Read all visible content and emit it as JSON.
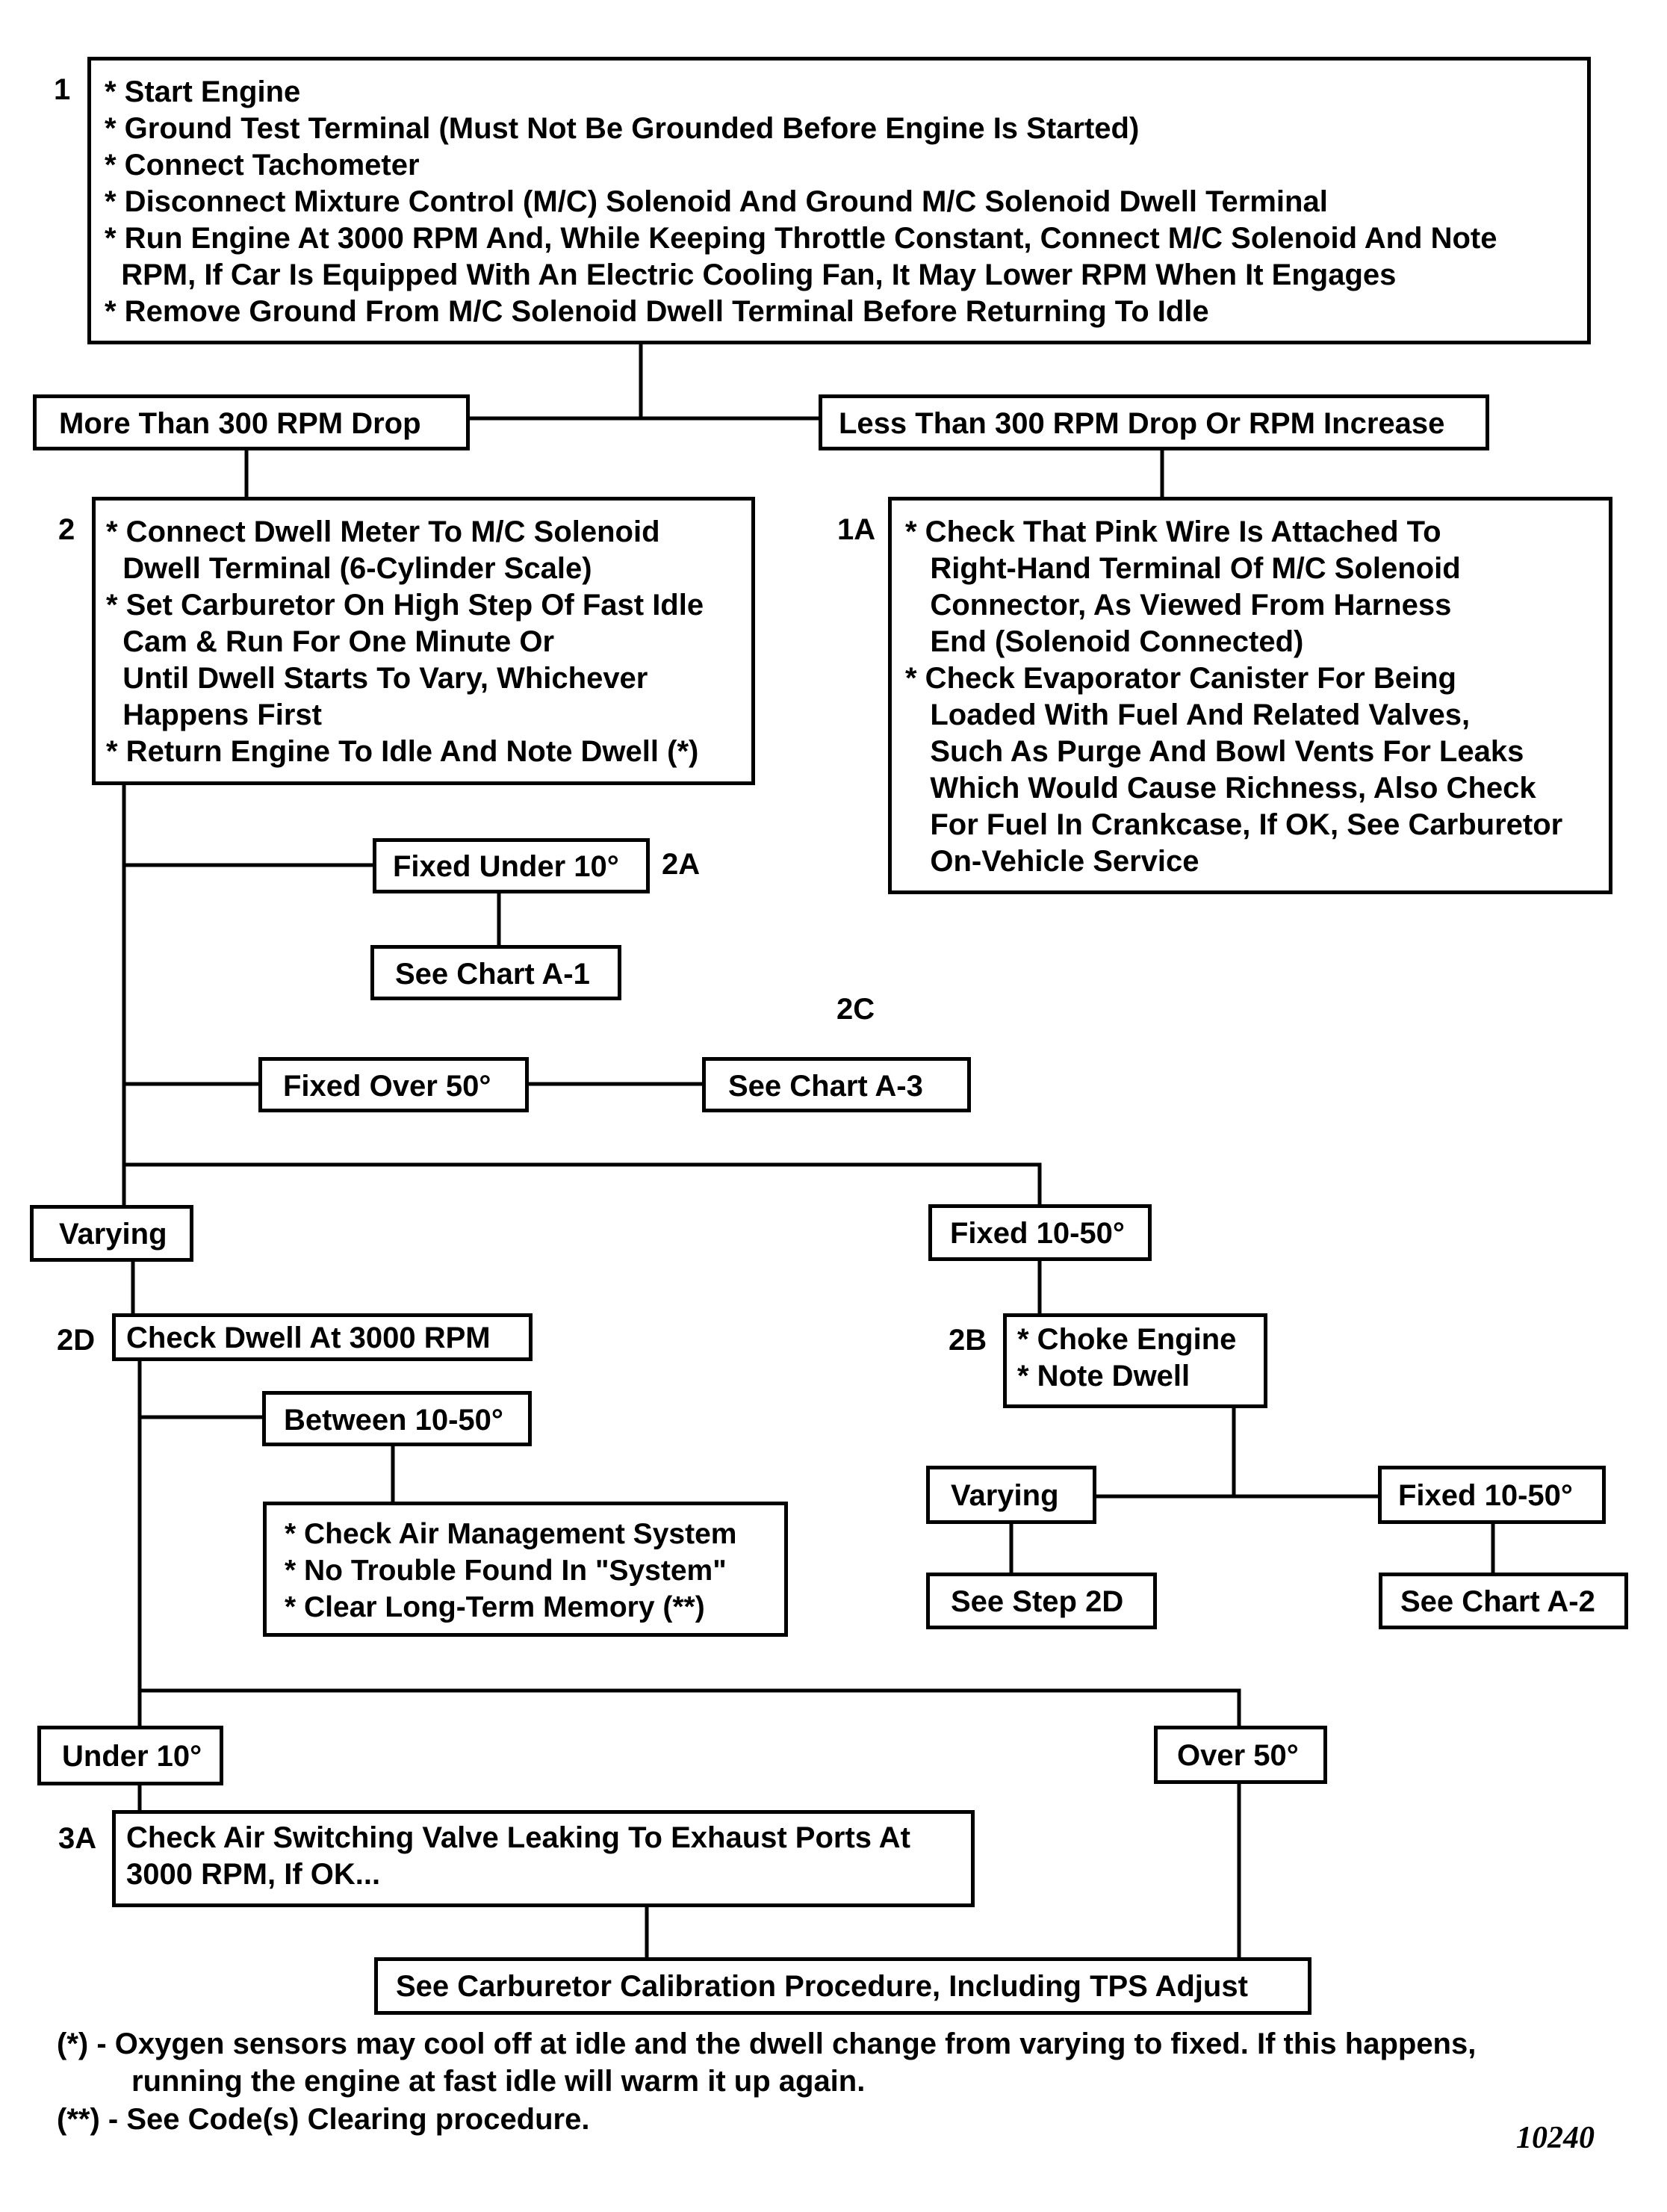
{
  "steps": {
    "s1": {
      "num": "1",
      "text": "* Start Engine\n* Ground Test Terminal (Must Not Be Grounded Before Engine Is Started)\n* Connect Tachometer\n* Disconnect Mixture Control (M/C) Solenoid And Ground M/C Solenoid Dwell Terminal\n* Run Engine At 3000 RPM And, While Keeping Throttle Constant, Connect M/C Solenoid And Note\n  RPM, If Car Is Equipped With An Electric Cooling Fan, It May Lower RPM When It Engages\n* Remove Ground From M/C Solenoid Dwell Terminal Before Returning To Idle"
    },
    "more_than_300": {
      "text": "More Than 300 RPM Drop"
    },
    "less_than_300": {
      "text": "Less Than 300 RPM Drop Or RPM Increase"
    },
    "s2": {
      "num": "2",
      "text": "* Connect Dwell Meter To M/C Solenoid\n  Dwell Terminal (6-Cylinder Scale)\n* Set Carburetor On High Step Of Fast Idle\n  Cam & Run For One Minute Or\n  Until Dwell Starts To Vary, Whichever\n  Happens First\n* Return Engine To Idle And Note Dwell (*)"
    },
    "s1a": {
      "num": "1A",
      "text": "* Check That Pink Wire Is Attached To\n   Right-Hand Terminal Of M/C Solenoid\n   Connector, As Viewed From Harness\n   End (Solenoid Connected)\n* Check Evaporator Canister For Being\n   Loaded With Fuel And Related Valves,\n   Such As Purge And Bowl Vents For Leaks\n   Which Would Cause Richness, Also Check\n   For Fuel In Crankcase, If OK, See Carburetor\n   On-Vehicle Service"
    },
    "fixed_under_10": {
      "text": "Fixed Under 10°",
      "tag": "2A"
    },
    "see_chart_a1": {
      "text": "See Chart A-1"
    },
    "label_2c": {
      "text": "2C"
    },
    "fixed_over_50": {
      "text": "Fixed Over 50°"
    },
    "see_chart_a3": {
      "text": "See Chart A-3"
    },
    "varying_left": {
      "text": "Varying"
    },
    "fixed_10_50_right": {
      "text": "Fixed 10-50°"
    },
    "s2d": {
      "num": "2D",
      "text": "Check Dwell At 3000 RPM"
    },
    "s2b": {
      "num": "2B",
      "text": "* Choke Engine\n* Note Dwell"
    },
    "between_10_50": {
      "text": "Between 10-50°"
    },
    "air_mgmt": {
      "text": "* Check Air Management System\n* No Trouble Found In \"System\"\n* Clear Long-Term Memory (**)"
    },
    "varying_2b": {
      "text": "Varying"
    },
    "fixed_10_50_2b": {
      "text": "Fixed 10-50°"
    },
    "see_step_2d": {
      "text": "See Step 2D"
    },
    "see_chart_a2": {
      "text": "See Chart A-2"
    },
    "under_10": {
      "text": "Under 10°"
    },
    "over_50": {
      "text": "Over 50°"
    },
    "s3a": {
      "num": "3A",
      "text": "Check Air Switching Valve Leaking To Exhaust Ports At\n3000 RPM, If OK..."
    },
    "carb_calibration": {
      "text": "See Carburetor Calibration Procedure, Including TPS Adjust"
    }
  },
  "footnotes": {
    "note1": "(*) - Oxygen sensors may cool off at idle and the dwell change from varying to fixed. If this happens,\n         running the engine at fast idle will warm it up again.",
    "note2": "(**) - See Code(s) Clearing procedure."
  },
  "figure_number": "10240"
}
